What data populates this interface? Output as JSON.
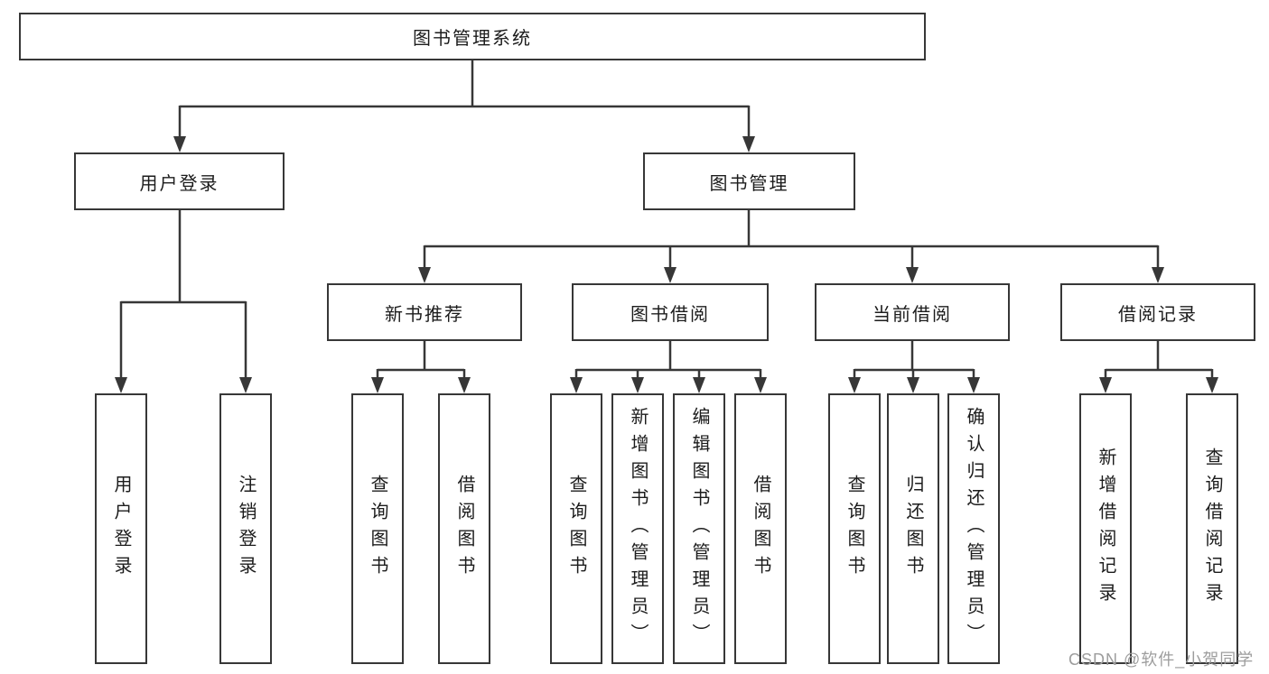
{
  "tree": {
    "root": {
      "label": "图书管理系统",
      "children": [
        {
          "label": "用户登录",
          "children": [
            {
              "label": "用户登录"
            },
            {
              "label": "注销登录"
            }
          ]
        },
        {
          "label": "图书管理",
          "children": [
            {
              "label": "新书推荐",
              "children": [
                {
                  "label": "查询图书"
                },
                {
                  "label": "借阅图书"
                }
              ]
            },
            {
              "label": "图书借阅",
              "children": [
                {
                  "label": "查询图书"
                },
                {
                  "label": "新增图书（管理员）"
                },
                {
                  "label": "编辑图书（管理员）"
                },
                {
                  "label": "借阅图书"
                }
              ]
            },
            {
              "label": "当前借阅",
              "children": [
                {
                  "label": "查询图书"
                },
                {
                  "label": "归还图书"
                },
                {
                  "label": "确认归还（管理员）"
                }
              ]
            },
            {
              "label": "借阅记录",
              "children": [
                {
                  "label": "新增借阅记录"
                },
                {
                  "label": "查询借阅记录"
                }
              ]
            }
          ]
        }
      ]
    }
  },
  "watermark": {
    "text": "CSDN @软件_小贺同学"
  },
  "colors": {
    "line": "#373737",
    "text": "#1c1c1c",
    "box_background": "#ffffff",
    "watermark": "#9d9d9d"
  }
}
